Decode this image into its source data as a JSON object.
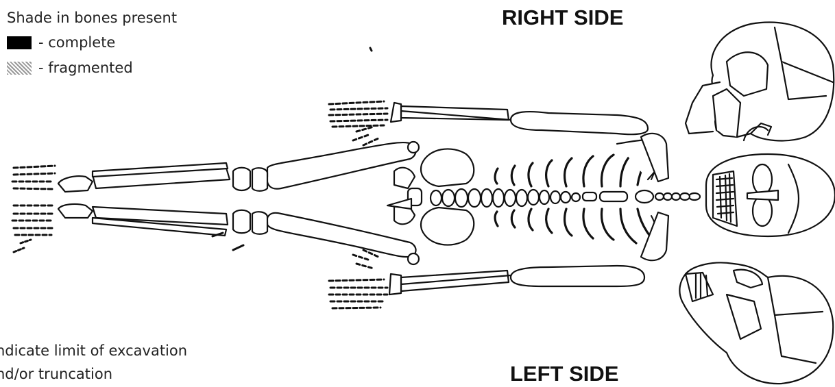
{
  "legend": {
    "title": "Shade in bones present",
    "items": [
      {
        "label": "- complete",
        "swatch": "solid",
        "color": "#000000"
      },
      {
        "label": "- fragmented",
        "swatch": "hatched",
        "color": "#999999"
      }
    ]
  },
  "instructions": {
    "line1": "ndicate limit of excavation",
    "line2": "nd/or truncation"
  },
  "labels": {
    "right_side": "RIGHT SIDE",
    "left_side": "LEFT SIDE"
  }
}
